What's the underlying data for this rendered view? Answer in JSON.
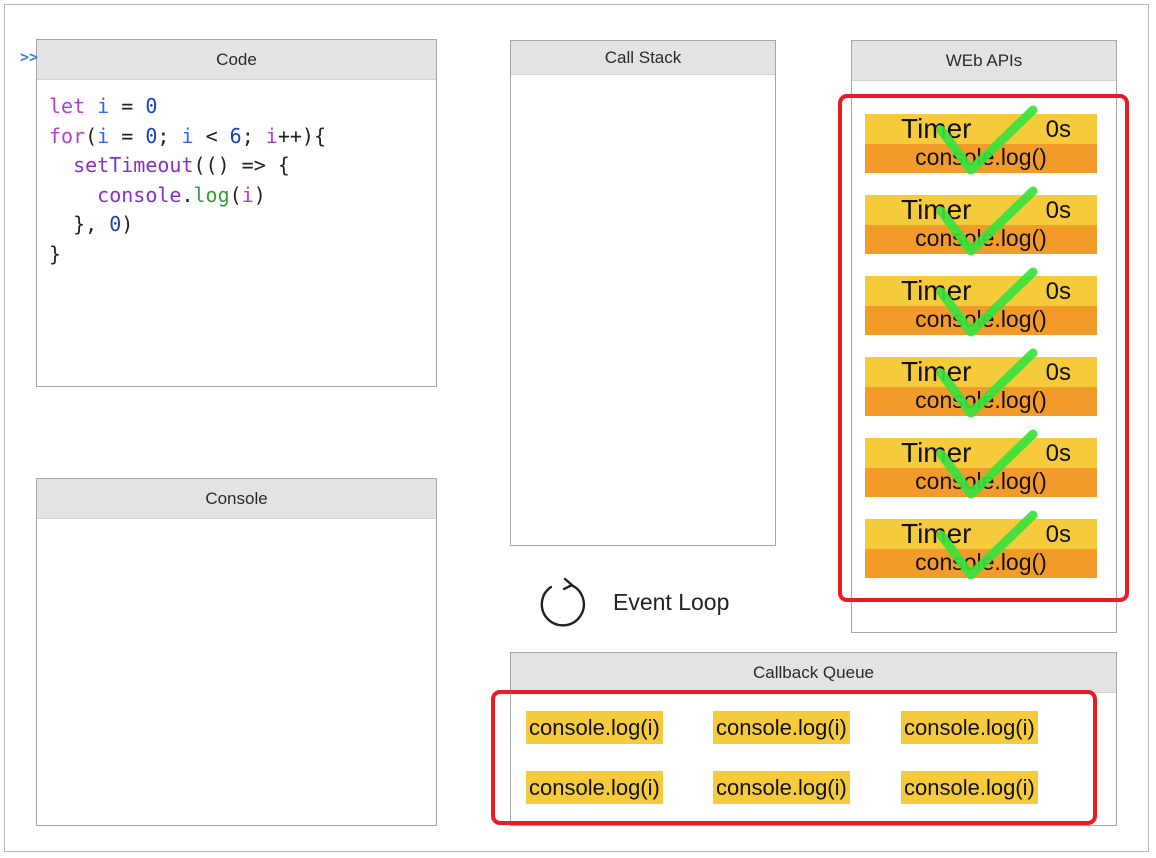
{
  "panels": {
    "code": {
      "title": "Code"
    },
    "console": {
      "title": "Console",
      "prompt": ">>"
    },
    "call_stack": {
      "title": "Call Stack"
    },
    "web_apis": {
      "title": "WEb APIs"
    },
    "callback_queue": {
      "title": "Callback Queue"
    }
  },
  "code": {
    "lines": [
      [
        {
          "t": "let",
          "c": "kw"
        },
        {
          "t": " ",
          "c": "op"
        },
        {
          "t": "i",
          "c": "var"
        },
        {
          "t": " = ",
          "c": "op"
        },
        {
          "t": "0",
          "c": "num"
        }
      ],
      [
        {
          "t": "for",
          "c": "kw"
        },
        {
          "t": "(",
          "c": "op"
        },
        {
          "t": "i",
          "c": "var"
        },
        {
          "t": " = ",
          "c": "op"
        },
        {
          "t": "0",
          "c": "num"
        },
        {
          "t": "; ",
          "c": "op"
        },
        {
          "t": "i",
          "c": "var"
        },
        {
          "t": " < ",
          "c": "op"
        },
        {
          "t": "6",
          "c": "num"
        },
        {
          "t": "; ",
          "c": "op"
        },
        {
          "t": "i",
          "c": "kw"
        },
        {
          "t": "++){",
          "c": "op"
        }
      ],
      [
        {
          "t": "  ",
          "c": "op"
        },
        {
          "t": "setTimeout",
          "c": "fn"
        },
        {
          "t": "(() => {",
          "c": "op"
        }
      ],
      [
        {
          "t": "    ",
          "c": "op"
        },
        {
          "t": "console",
          "c": "fn"
        },
        {
          "t": ".",
          "c": "op"
        },
        {
          "t": "log",
          "c": "call"
        },
        {
          "t": "(",
          "c": "op"
        },
        {
          "t": "i",
          "c": "kw"
        },
        {
          "t": ")",
          "c": "op"
        }
      ],
      [
        {
          "t": "  }, ",
          "c": "op"
        },
        {
          "t": "0",
          "c": "num"
        },
        {
          "t": ")",
          "c": "op"
        }
      ],
      [
        {
          "t": "}",
          "c": "op"
        }
      ]
    ]
  },
  "event_loop": {
    "label": "Event Loop",
    "icon": "refresh-circle-icon"
  },
  "timers": [
    {
      "label": "Timer",
      "delay": "0s",
      "callback": "console.log()",
      "done": true
    },
    {
      "label": "Timer",
      "delay": "0s",
      "callback": "console.log()",
      "done": true
    },
    {
      "label": "Timer",
      "delay": "0s",
      "callback": "console.log()",
      "done": true
    },
    {
      "label": "Timer",
      "delay": "0s",
      "callback": "console.log()",
      "done": true
    },
    {
      "label": "Timer",
      "delay": "0s",
      "callback": "console.log()",
      "done": true
    },
    {
      "label": "Timer",
      "delay": "0s",
      "callback": "console.log()",
      "done": true
    }
  ],
  "callback_queue": {
    "items": [
      "console.log(i)",
      "console.log(i)",
      "console.log(i)",
      "console.log(i)",
      "console.log(i)",
      "console.log(i)"
    ]
  },
  "colors": {
    "timer_top": "#f6cb3b",
    "timer_bottom": "#f39b2a",
    "check": "#37e23d",
    "highlight": "#e81c24"
  }
}
